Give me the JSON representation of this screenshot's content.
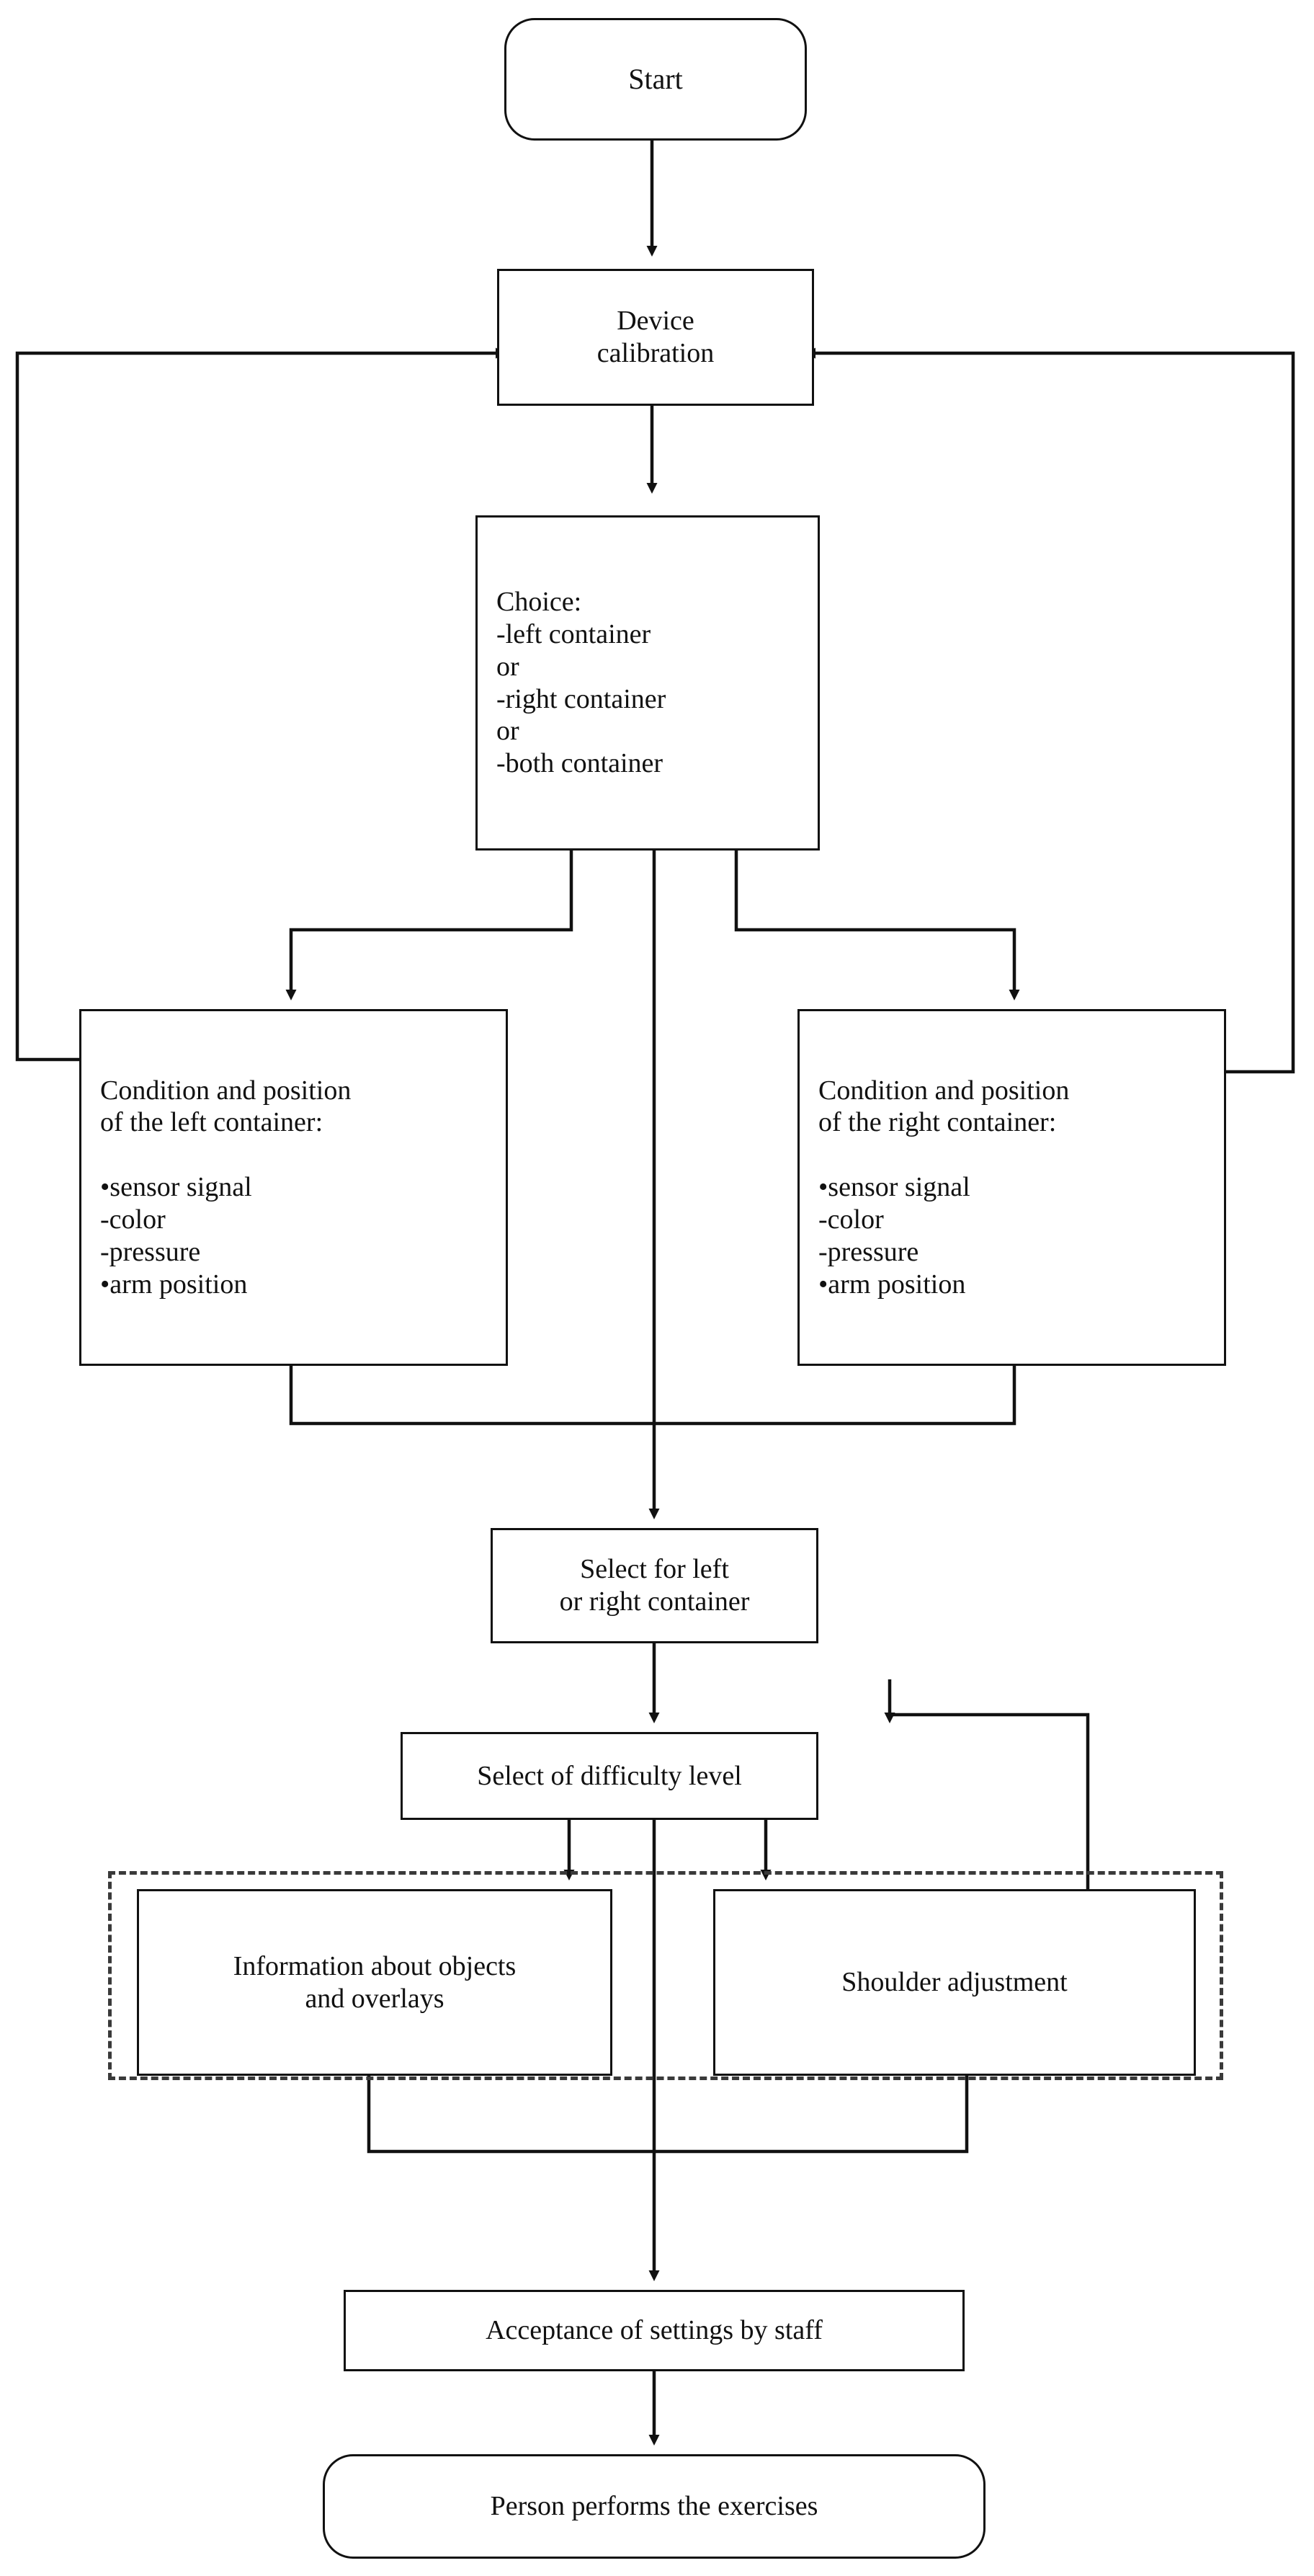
{
  "diagram": {
    "title": "Device setup and exercise selection flowchart",
    "stroke_color": "#111111",
    "dash_color": "#3a3a3a",
    "background": "#ffffff"
  },
  "nodes": {
    "start": {
      "label": "Start",
      "shape": "rounded-rectangle"
    },
    "device_calibration": {
      "label": "Device\ncalibration",
      "shape": "rectangle"
    },
    "choice": {
      "label": "Choice:\n-left container\nor\n-right container\nor\n-both container",
      "shape": "rectangle"
    },
    "left_container": {
      "label": "Condition and position\nof the left container:\n\n•sensor signal\n -color\n -pressure\n•arm position",
      "shape": "rectangle"
    },
    "right_container": {
      "label": "Condition and position\nof the right container:\n\n•sensor signal\n -color\n -pressure\n•arm position",
      "shape": "rectangle"
    },
    "select_container": {
      "label": "Select for left\nor right container",
      "shape": "rectangle"
    },
    "select_difficulty": {
      "label": "Select of difficulty level",
      "shape": "rectangle"
    },
    "information_objects": {
      "label": "Information about objects\nand overlays",
      "shape": "rectangle"
    },
    "shoulder_adjustment": {
      "label": "Shoulder adjustment",
      "shape": "rectangle"
    },
    "acceptance_settings": {
      "label": "Acceptance of settings by staff",
      "shape": "rectangle"
    },
    "person_exercises": {
      "label": "Person performs the exercises",
      "shape": "rounded-rectangle"
    }
  },
  "groups": {
    "dashed_group": {
      "label": "",
      "style": "dashed-border"
    }
  },
  "edges": [
    {
      "from": "start",
      "to": "device_calibration",
      "arrow": true
    },
    {
      "from": "device_calibration",
      "to": "choice",
      "arrow": true
    },
    {
      "from": "choice",
      "to": "left_container",
      "arrow": true
    },
    {
      "from": "choice",
      "to": "right_container",
      "arrow": true
    },
    {
      "from": "choice",
      "to": "select_container",
      "arrow": true
    },
    {
      "from": "left_container",
      "to": "select_container",
      "arrow": false
    },
    {
      "from": "right_container",
      "to": "select_container",
      "arrow": false
    },
    {
      "from": "left_container",
      "to": "device_calibration",
      "arrow": true,
      "routing": "left-loop"
    },
    {
      "from": "right_container",
      "to": "device_calibration",
      "arrow": true,
      "routing": "right-loop"
    },
    {
      "from": "select_container",
      "to": "select_difficulty",
      "arrow": true
    },
    {
      "from": "select_difficulty",
      "to": "information_objects",
      "arrow": true
    },
    {
      "from": "select_difficulty",
      "to": "shoulder_adjustment",
      "arrow": true
    },
    {
      "from": "select_difficulty",
      "to": "acceptance_settings",
      "arrow": false
    },
    {
      "from": "shoulder_adjustment",
      "to": "select_difficulty",
      "arrow": true,
      "routing": "right-loop"
    },
    {
      "from": "information_objects",
      "to": "acceptance_settings",
      "arrow": false
    },
    {
      "from": "shoulder_adjustment",
      "to": "acceptance_settings",
      "arrow": false
    },
    {
      "from": "acceptance_settings",
      "to": "person_exercises",
      "arrow": true
    }
  ]
}
